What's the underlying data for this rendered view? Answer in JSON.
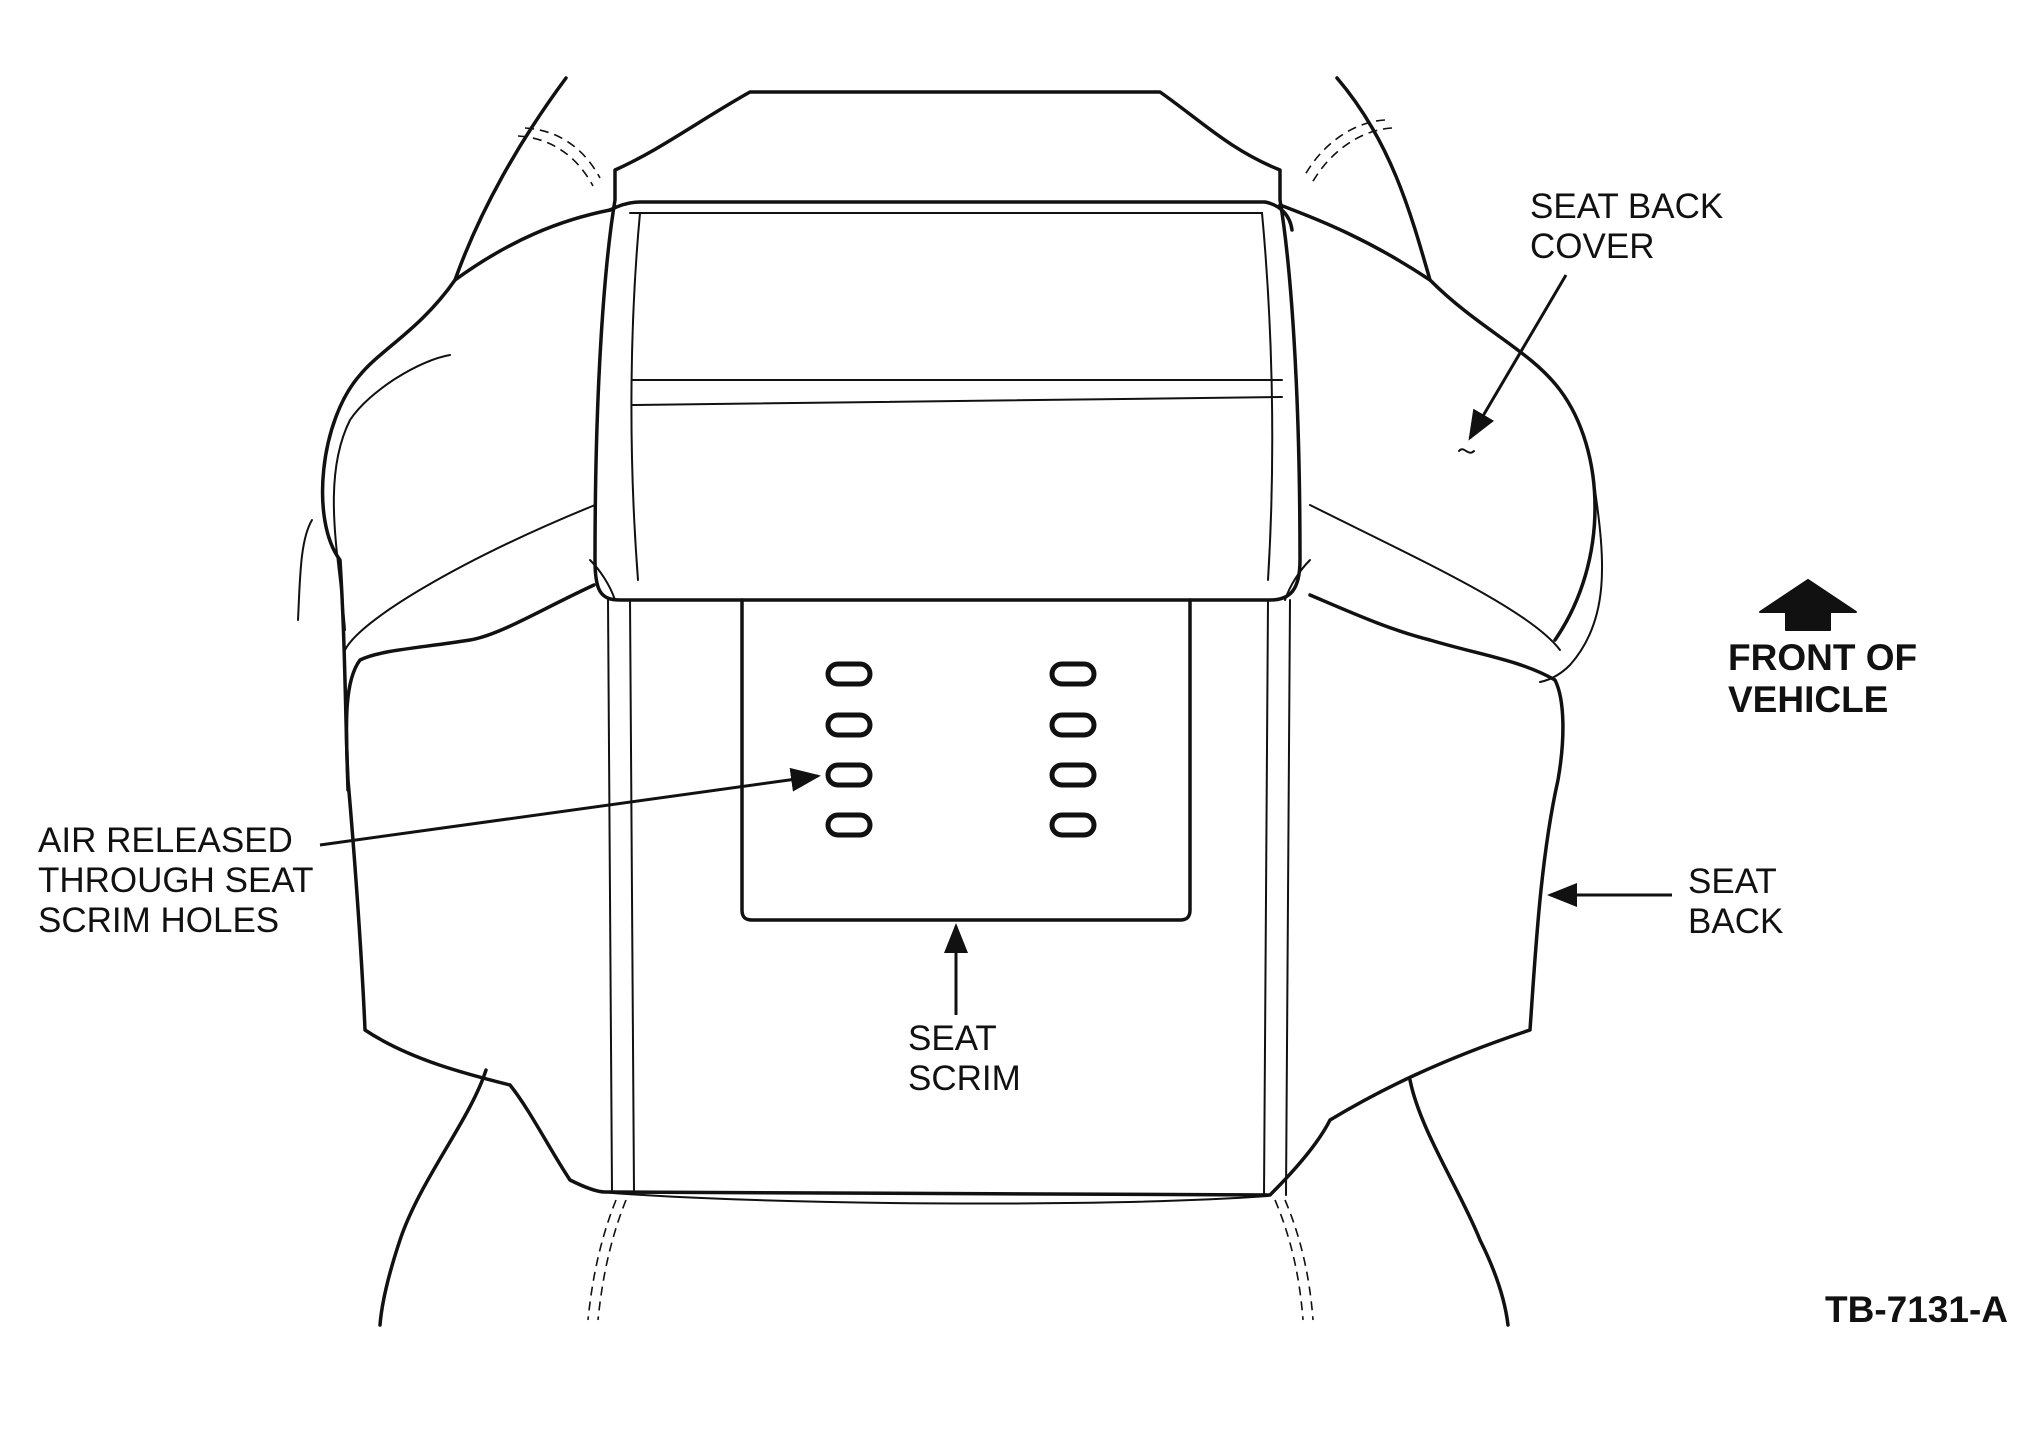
{
  "labels": {
    "seat_back_cover": [
      "SEAT BACK",
      "COVER"
    ],
    "air_released": [
      "AIR RELEASED",
      "THROUGH SEAT",
      "SCRIM HOLES"
    ],
    "seat_back": [
      "SEAT",
      "BACK"
    ],
    "seat_scrim": [
      "SEAT",
      "SCRIM"
    ],
    "front_of_vehicle": [
      "FRONT OF",
      "VEHICLE"
    ],
    "figure_id": "TB-7131-A"
  },
  "icons": {
    "direction": "up-arrow-icon"
  }
}
